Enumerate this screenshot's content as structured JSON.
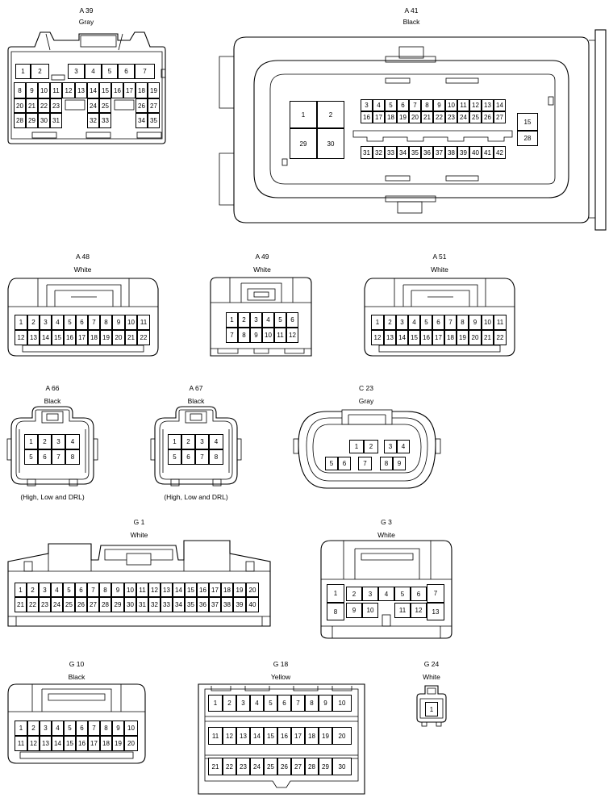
{
  "connectors": [
    {
      "id": "A 39",
      "color": "Gray",
      "note": "",
      "pins": [
        {
          "n": "1"
        },
        {
          "n": "2"
        },
        {
          "n": "3"
        },
        {
          "n": "4"
        },
        {
          "n": "5"
        },
        {
          "n": "6"
        },
        {
          "n": "7"
        },
        {
          "n": "8"
        },
        {
          "n": "9"
        },
        {
          "n": "10"
        },
        {
          "n": "11"
        },
        {
          "n": "12"
        },
        {
          "n": "13"
        },
        {
          "n": "14"
        },
        {
          "n": "15"
        },
        {
          "n": "16"
        },
        {
          "n": "17"
        },
        {
          "n": "18"
        },
        {
          "n": "19"
        },
        {
          "n": "20"
        },
        {
          "n": "21"
        },
        {
          "n": "22"
        },
        {
          "n": "23"
        },
        {
          "n": "24"
        },
        {
          "n": "25"
        },
        {
          "n": "26"
        },
        {
          "n": "27"
        },
        {
          "n": "28"
        },
        {
          "n": "29"
        },
        {
          "n": "30"
        },
        {
          "n": "31"
        },
        {
          "n": "32"
        },
        {
          "n": "33"
        },
        {
          "n": "34"
        },
        {
          "n": "35"
        }
      ]
    },
    {
      "id": "A 41",
      "color": "Black",
      "note": "",
      "pins": [
        {
          "n": "1"
        },
        {
          "n": "2"
        },
        {
          "n": "29"
        },
        {
          "n": "30"
        },
        {
          "n": "3"
        },
        {
          "n": "4"
        },
        {
          "n": "5"
        },
        {
          "n": "6"
        },
        {
          "n": "7"
        },
        {
          "n": "8"
        },
        {
          "n": "9"
        },
        {
          "n": "10"
        },
        {
          "n": "11"
        },
        {
          "n": "12"
        },
        {
          "n": "13"
        },
        {
          "n": "14"
        },
        {
          "n": "16"
        },
        {
          "n": "17"
        },
        {
          "n": "18"
        },
        {
          "n": "19"
        },
        {
          "n": "20"
        },
        {
          "n": "21"
        },
        {
          "n": "22"
        },
        {
          "n": "23"
        },
        {
          "n": "24"
        },
        {
          "n": "25"
        },
        {
          "n": "26"
        },
        {
          "n": "27"
        },
        {
          "n": "31"
        },
        {
          "n": "32"
        },
        {
          "n": "33"
        },
        {
          "n": "34"
        },
        {
          "n": "35"
        },
        {
          "n": "36"
        },
        {
          "n": "37"
        },
        {
          "n": "38"
        },
        {
          "n": "39"
        },
        {
          "n": "40"
        },
        {
          "n": "41"
        },
        {
          "n": "42"
        },
        {
          "n": "15"
        },
        {
          "n": "28"
        }
      ]
    },
    {
      "id": "A 48",
      "color": "White",
      "note": "",
      "pins": [
        {
          "n": "1"
        },
        {
          "n": "2"
        },
        {
          "n": "3"
        },
        {
          "n": "4"
        },
        {
          "n": "5"
        },
        {
          "n": "6"
        },
        {
          "n": "7"
        },
        {
          "n": "8"
        },
        {
          "n": "9"
        },
        {
          "n": "10"
        },
        {
          "n": "11"
        },
        {
          "n": "12"
        },
        {
          "n": "13"
        },
        {
          "n": "14"
        },
        {
          "n": "15"
        },
        {
          "n": "16"
        },
        {
          "n": "17"
        },
        {
          "n": "18"
        },
        {
          "n": "19"
        },
        {
          "n": "20"
        },
        {
          "n": "21"
        },
        {
          "n": "22"
        }
      ]
    },
    {
      "id": "A 49",
      "color": "White",
      "note": "",
      "pins": [
        {
          "n": "1"
        },
        {
          "n": "2"
        },
        {
          "n": "3"
        },
        {
          "n": "4"
        },
        {
          "n": "5"
        },
        {
          "n": "6"
        },
        {
          "n": "7"
        },
        {
          "n": "8"
        },
        {
          "n": "9"
        },
        {
          "n": "10"
        },
        {
          "n": "11"
        },
        {
          "n": "12"
        }
      ]
    },
    {
      "id": "A 51",
      "color": "White",
      "note": "",
      "pins": [
        {
          "n": "1"
        },
        {
          "n": "2"
        },
        {
          "n": "3"
        },
        {
          "n": "4"
        },
        {
          "n": "5"
        },
        {
          "n": "6"
        },
        {
          "n": "7"
        },
        {
          "n": "8"
        },
        {
          "n": "9"
        },
        {
          "n": "10"
        },
        {
          "n": "11"
        },
        {
          "n": "12"
        },
        {
          "n": "13"
        },
        {
          "n": "14"
        },
        {
          "n": "15"
        },
        {
          "n": "16"
        },
        {
          "n": "17"
        },
        {
          "n": "18"
        },
        {
          "n": "19"
        },
        {
          "n": "20"
        },
        {
          "n": "21"
        },
        {
          "n": "22"
        }
      ]
    },
    {
      "id": "A 66",
      "color": "Black",
      "note": "(High, Low and DRL)",
      "pins": [
        {
          "n": "1"
        },
        {
          "n": "2"
        },
        {
          "n": "3"
        },
        {
          "n": "4"
        },
        {
          "n": "5"
        },
        {
          "n": "6"
        },
        {
          "n": "7"
        },
        {
          "n": "8"
        }
      ]
    },
    {
      "id": "A 67",
      "color": "Black",
      "note": "(High, Low and DRL)",
      "pins": [
        {
          "n": "1"
        },
        {
          "n": "2"
        },
        {
          "n": "3"
        },
        {
          "n": "4"
        },
        {
          "n": "5"
        },
        {
          "n": "6"
        },
        {
          "n": "7"
        },
        {
          "n": "8"
        }
      ]
    },
    {
      "id": "C 23",
      "color": "Gray",
      "note": "",
      "pins": [
        {
          "n": "1"
        },
        {
          "n": "2"
        },
        {
          "n": "3"
        },
        {
          "n": "4"
        },
        {
          "n": "5"
        },
        {
          "n": "6"
        },
        {
          "n": "7"
        },
        {
          "n": "8"
        },
        {
          "n": "9"
        }
      ]
    },
    {
      "id": "G 1",
      "color": "White",
      "note": "",
      "pins": [
        {
          "n": "1"
        },
        {
          "n": "2"
        },
        {
          "n": "3"
        },
        {
          "n": "4"
        },
        {
          "n": "5"
        },
        {
          "n": "6"
        },
        {
          "n": "7"
        },
        {
          "n": "8"
        },
        {
          "n": "9"
        },
        {
          "n": "10"
        },
        {
          "n": "11"
        },
        {
          "n": "12"
        },
        {
          "n": "13"
        },
        {
          "n": "14"
        },
        {
          "n": "15"
        },
        {
          "n": "16"
        },
        {
          "n": "17"
        },
        {
          "n": "18"
        },
        {
          "n": "19"
        },
        {
          "n": "20"
        },
        {
          "n": "21"
        },
        {
          "n": "22"
        },
        {
          "n": "23"
        },
        {
          "n": "24"
        },
        {
          "n": "25"
        },
        {
          "n": "26"
        },
        {
          "n": "27"
        },
        {
          "n": "28"
        },
        {
          "n": "29"
        },
        {
          "n": "30"
        },
        {
          "n": "31"
        },
        {
          "n": "32"
        },
        {
          "n": "33"
        },
        {
          "n": "34"
        },
        {
          "n": "35"
        },
        {
          "n": "36"
        },
        {
          "n": "37"
        },
        {
          "n": "38"
        },
        {
          "n": "39"
        },
        {
          "n": "40"
        }
      ]
    },
    {
      "id": "G 3",
      "color": "White",
      "note": "",
      "pins": [
        {
          "n": "1"
        },
        {
          "n": "2"
        },
        {
          "n": "3"
        },
        {
          "n": "4"
        },
        {
          "n": "5"
        },
        {
          "n": "6"
        },
        {
          "n": "7"
        },
        {
          "n": "8"
        },
        {
          "n": "9"
        },
        {
          "n": "10"
        },
        {
          "n": "11"
        },
        {
          "n": "12"
        },
        {
          "n": "13"
        }
      ]
    },
    {
      "id": "G 10",
      "color": "Black",
      "note": "",
      "pins": [
        {
          "n": "1"
        },
        {
          "n": "2"
        },
        {
          "n": "3"
        },
        {
          "n": "4"
        },
        {
          "n": "5"
        },
        {
          "n": "6"
        },
        {
          "n": "7"
        },
        {
          "n": "8"
        },
        {
          "n": "9"
        },
        {
          "n": "10"
        },
        {
          "n": "11"
        },
        {
          "n": "12"
        },
        {
          "n": "13"
        },
        {
          "n": "14"
        },
        {
          "n": "15"
        },
        {
          "n": "16"
        },
        {
          "n": "17"
        },
        {
          "n": "18"
        },
        {
          "n": "19"
        },
        {
          "n": "20"
        }
      ]
    },
    {
      "id": "G 18",
      "color": "Yellow",
      "note": "",
      "pins": [
        {
          "n": "1"
        },
        {
          "n": "2"
        },
        {
          "n": "3"
        },
        {
          "n": "4"
        },
        {
          "n": "5"
        },
        {
          "n": "6"
        },
        {
          "n": "7"
        },
        {
          "n": "8"
        },
        {
          "n": "9"
        },
        {
          "n": "10"
        },
        {
          "n": "11"
        },
        {
          "n": "12"
        },
        {
          "n": "13"
        },
        {
          "n": "14"
        },
        {
          "n": "15"
        },
        {
          "n": "16"
        },
        {
          "n": "17"
        },
        {
          "n": "18"
        },
        {
          "n": "19"
        },
        {
          "n": "20"
        },
        {
          "n": "21"
        },
        {
          "n": "22"
        },
        {
          "n": "23"
        },
        {
          "n": "24"
        },
        {
          "n": "25"
        },
        {
          "n": "26"
        },
        {
          "n": "27"
        },
        {
          "n": "28"
        },
        {
          "n": "29"
        },
        {
          "n": "30"
        }
      ]
    },
    {
      "id": "G 24",
      "color": "White",
      "note": "",
      "pins": [
        {
          "n": "1"
        }
      ]
    }
  ]
}
